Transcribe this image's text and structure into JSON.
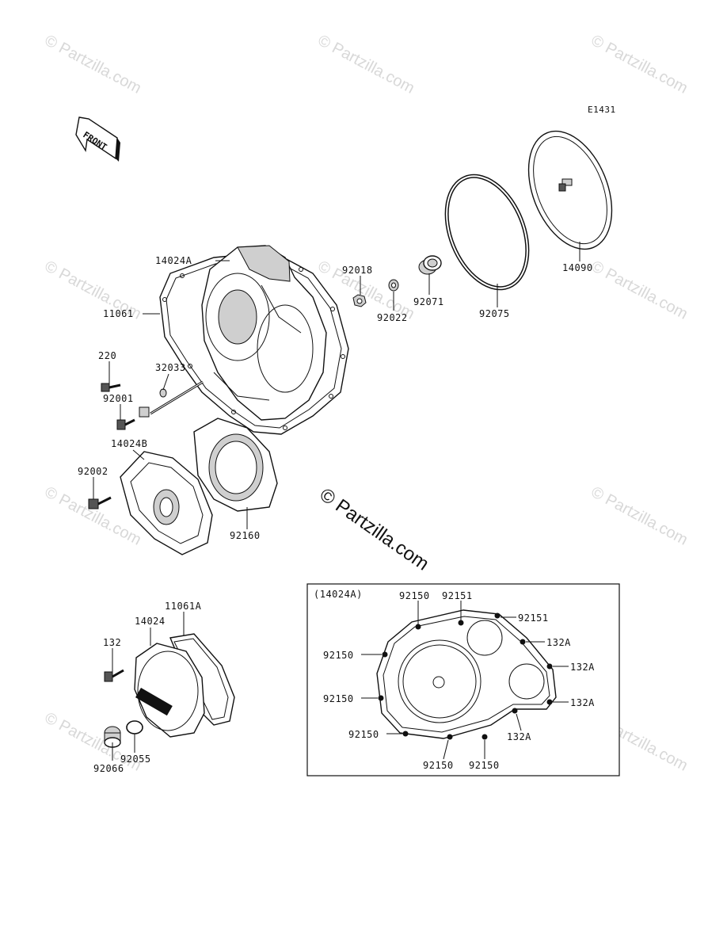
{
  "diagram": {
    "code": "E1431",
    "front_label": "FRONT",
    "inset_title": "(14024A)",
    "watermark_main": "© Partzilla.com",
    "watermark_faint": "© Partzilla.com",
    "parts": {
      "p14024A": "14024A",
      "p11061": "11061",
      "p220": "220",
      "p32033": "32033",
      "p92001": "92001",
      "p14024B": "14024B",
      "p92002": "92002",
      "p92160": "92160",
      "p92018": "92018",
      "p92022": "92022",
      "p92071": "92071",
      "p92075": "92075",
      "p14090": "14090",
      "p11061A": "11061A",
      "p14024": "14024",
      "p132": "132",
      "p92055": "92055",
      "p92066": "92066"
    },
    "inset_parts": {
      "i92150a": "92150",
      "i92151a": "92151",
      "i92151b": "92151",
      "i132Aa": "132A",
      "i92150b": "92150",
      "i132Ab": "132A",
      "i92150c": "92150",
      "i132Ac": "132A",
      "i92150d": "92150",
      "i132Ad": "132A",
      "i92150e": "92150",
      "i92150f": "92150"
    }
  }
}
